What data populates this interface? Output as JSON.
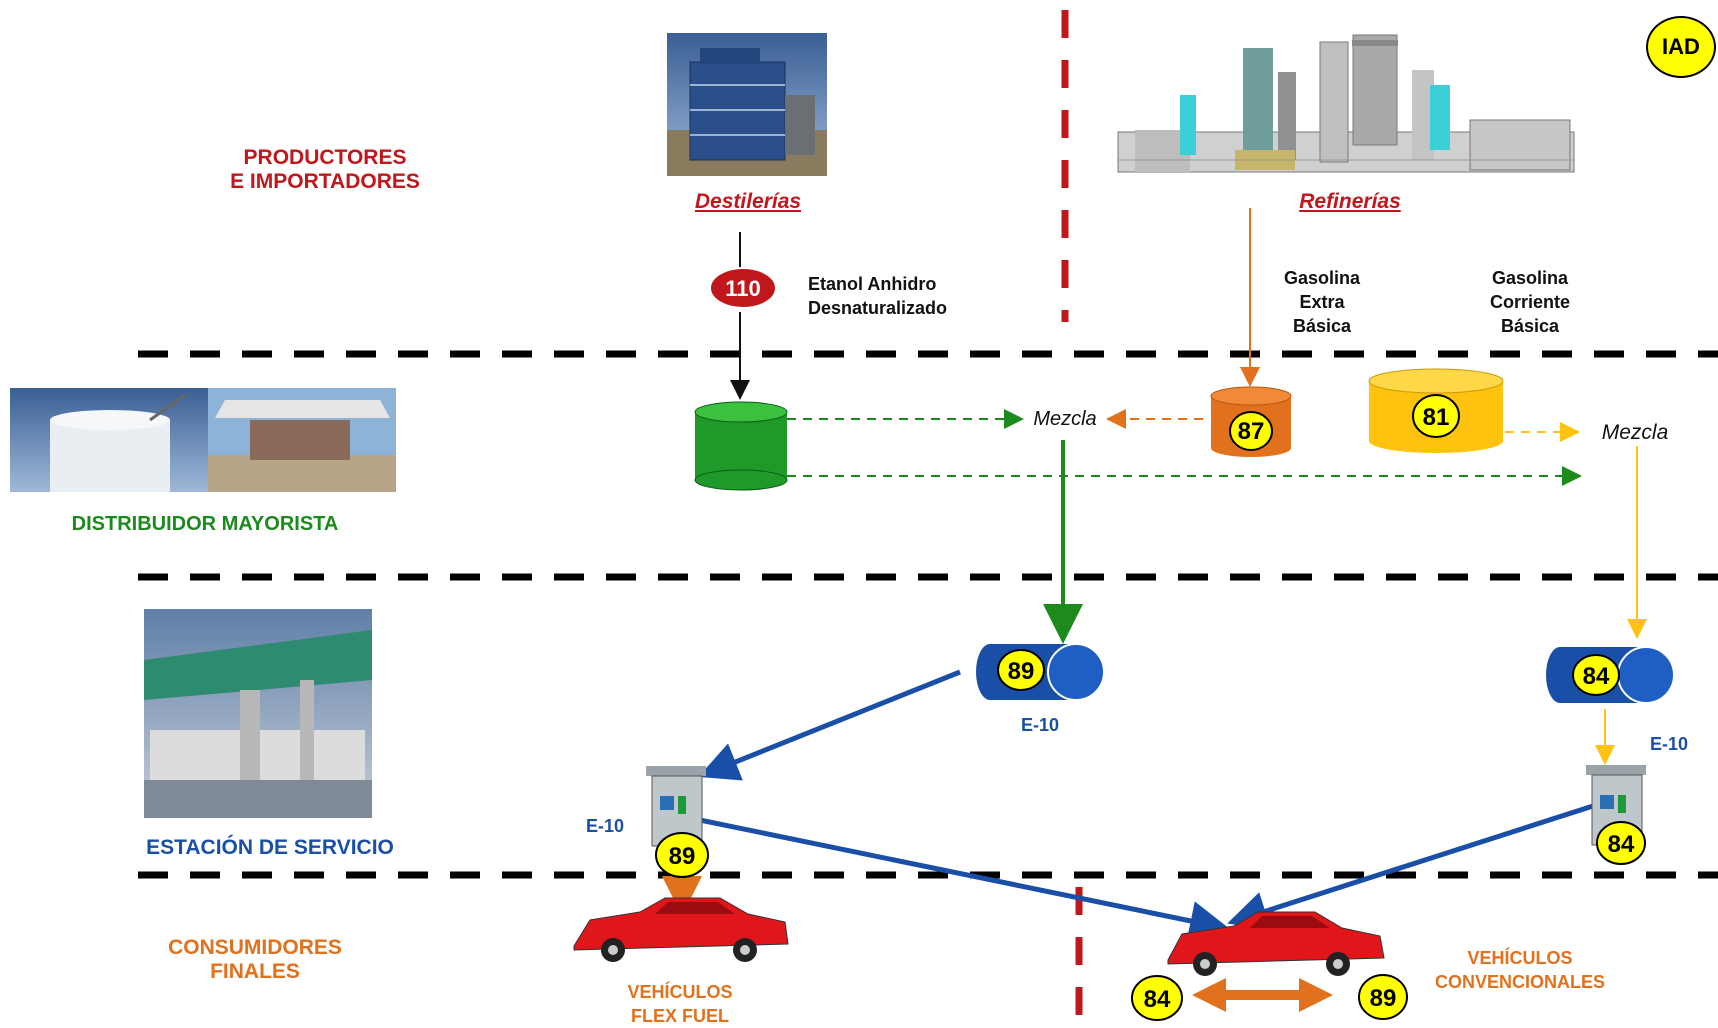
{
  "badge": {
    "iad": "IAD"
  },
  "sections": {
    "productores": "PRODUCTORES\nE IMPORTADORES",
    "distribuidor": "DISTRIBUIDOR MAYORISTA",
    "estacion": "ESTACIÓN DE SERVICIO",
    "consumidores": "CONSUMIDORES\nFINALES"
  },
  "sources": {
    "destilerias": "Destilerías",
    "refinerias": "Refinerías"
  },
  "products": {
    "etanol": "Etanol Anhidro\nDesnaturalizado",
    "gasolina_extra": "Gasolina\nExtra\nBásica",
    "gasolina_corriente": "Gasolina\nCorriente\nBásica"
  },
  "mix": {
    "mezcla_left": "Mezcla",
    "mezcla_right": "Mezcla"
  },
  "codes": {
    "etanol": "110",
    "extra": "87",
    "corriente": "81",
    "tank_e10_left": "89",
    "tank_e10_right": "84",
    "pump_left": "89",
    "pump_right": "84",
    "conv_left": "84",
    "conv_right": "89"
  },
  "e10": {
    "tank_left": "E-10",
    "tank_right": "E-10",
    "pump_left": "E-10"
  },
  "vehicles": {
    "flex": "VEHÍCULOS\nFLEX FUEL",
    "convencionales": "VEHÍCULOS\nCONVENCIONALES"
  },
  "colors": {
    "red": "#c0171c",
    "green": "#1c8a1c",
    "blue": "#1a4fa8",
    "orange": "#e2711d",
    "yellow": "#ffff00",
    "gold": "#ffc20e"
  }
}
